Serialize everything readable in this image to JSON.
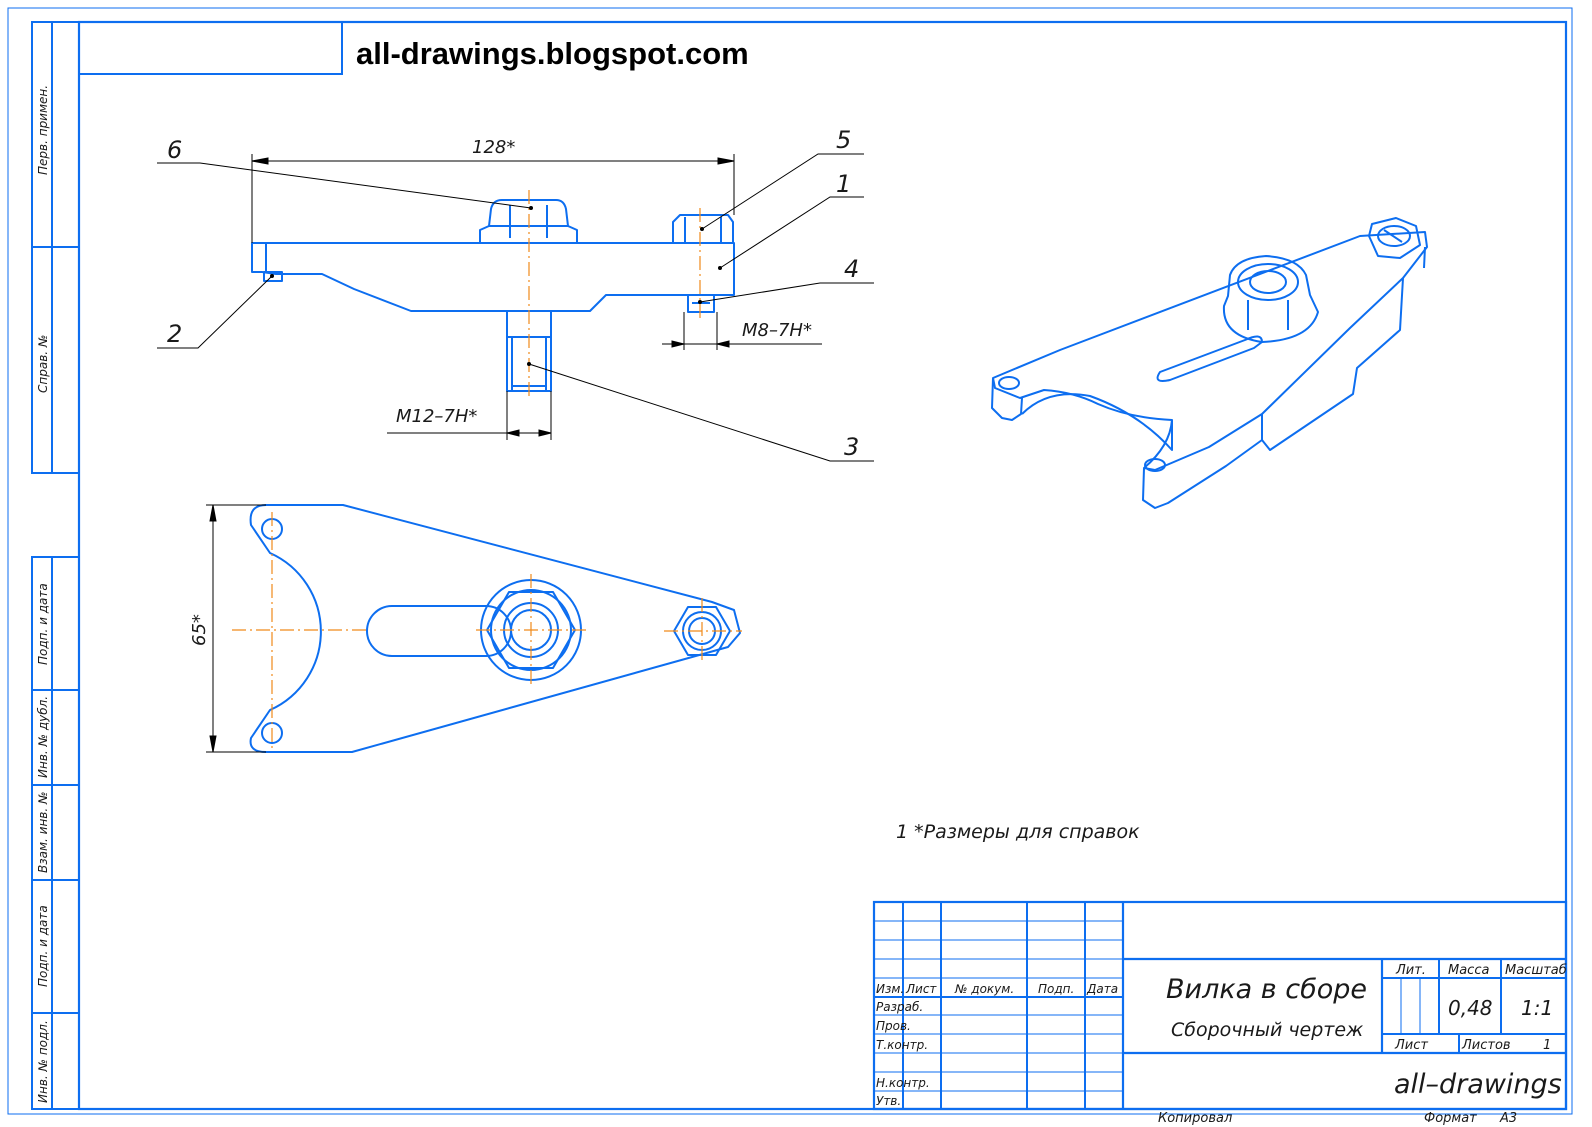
{
  "site": {
    "watermark": "all-drawings.blogspot.com"
  },
  "colors": {
    "line": "#0d6ef0",
    "axis": "#f08a1a",
    "text": "#1a1a1a",
    "background": "#ffffff"
  },
  "side_stamp": {
    "perv_primen": "Перв. примен.",
    "sprav_no": "Справ. №",
    "podp_data_1": "Подп. и дата",
    "inv_dubl": "Инв. № дубл.",
    "vzam_inv": "Взам. инв. №",
    "podp_data_2": "Подп. и дата",
    "inv_podl": "Инв. № подл."
  },
  "dimensions": {
    "length": "128*",
    "height": "65*",
    "thread_small": "M8–7H*",
    "thread_large": "M12–7H*"
  },
  "callouts": {
    "c6": "6",
    "c5": "5",
    "c1": "1",
    "c4": "4",
    "c2": "2",
    "c3": "3"
  },
  "notes": {
    "n1": "1  *Размеры для справок"
  },
  "title_block": {
    "title": "Вилка в сборе",
    "subtitle": "Сборочный чертеж",
    "headers": {
      "izm": "Изм.",
      "list": "Лист",
      "doc_no": "№ докум.",
      "podp": "Подп.",
      "data": "Дата"
    },
    "roles": {
      "razrab": "Разраб.",
      "prov": "Пров.",
      "tkontr": "Т.контр.",
      "nkontr": "Н.контр.",
      "utv": "Утв."
    },
    "lit_label": "Лит.",
    "massa_label": "Масса",
    "masshtab_label": "Масштаб",
    "massa_value": "0,48",
    "masshtab_value": "1:1",
    "list_label": "Лист",
    "listov_label": "Листов",
    "listov_value": "1",
    "org": "all–drawings",
    "kopiroval": "Копировал",
    "format_label": "Формат",
    "format_value": "A3"
  }
}
